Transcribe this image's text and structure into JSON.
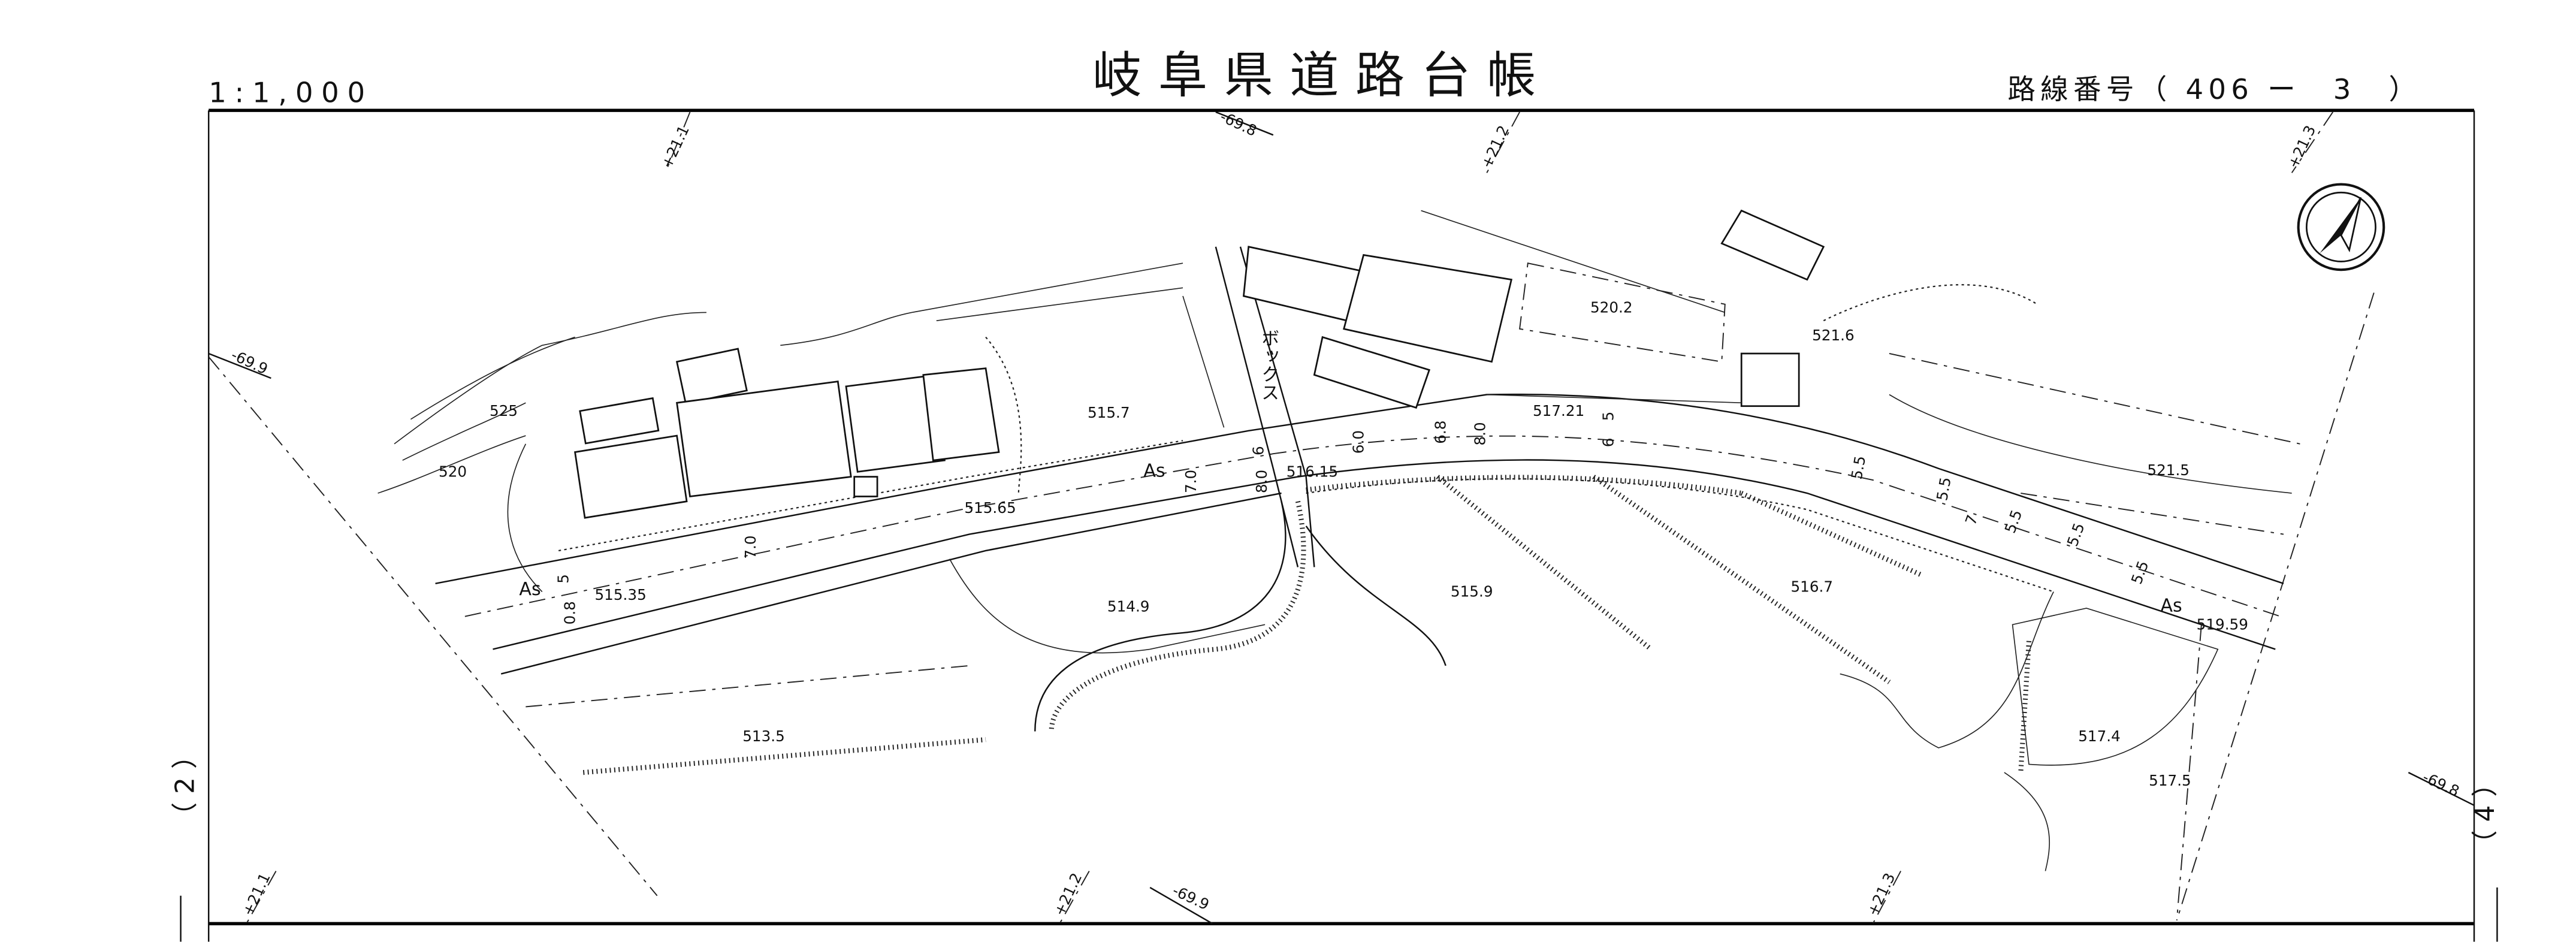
{
  "header": {
    "scale": "1:1,000",
    "title": "岐阜県道路台帳",
    "route_label": "路線番号（ 406 ー　3　）"
  },
  "sheet_refs": {
    "left": "（ 2 ）",
    "right": "（ 4 ）"
  },
  "grid_labels": {
    "top": [
      "+21.1",
      "-69.8",
      "+21.2",
      "+21.3"
    ],
    "bottom": [
      "+21.1",
      "+21.2",
      "-69.9",
      "+21.3"
    ],
    "left": "-69.9",
    "right": "-69.8"
  },
  "elevations": [
    "520.2",
    "521.6",
    "515.7",
    "517.21",
    "516.15",
    "515.65",
    "515.35",
    "514.9",
    "515.9",
    "516.7",
    "521.5",
    "519.59",
    "513.5",
    "517.4",
    "517.5"
  ],
  "contours": [
    "525",
    "520"
  ],
  "surface_labels": [
    "As",
    "As",
    "As"
  ],
  "widths": [
    "5",
    "0.8",
    "7.0",
    "7.0",
    "8.0",
    "6",
    "6.0",
    "6.8",
    "8.0",
    "5",
    "6",
    "5.5",
    "5.5",
    "7",
    "5.5",
    "5.5",
    "5.5"
  ],
  "facility_label": "ボックス",
  "north_arrow": "north-arrow-icon"
}
